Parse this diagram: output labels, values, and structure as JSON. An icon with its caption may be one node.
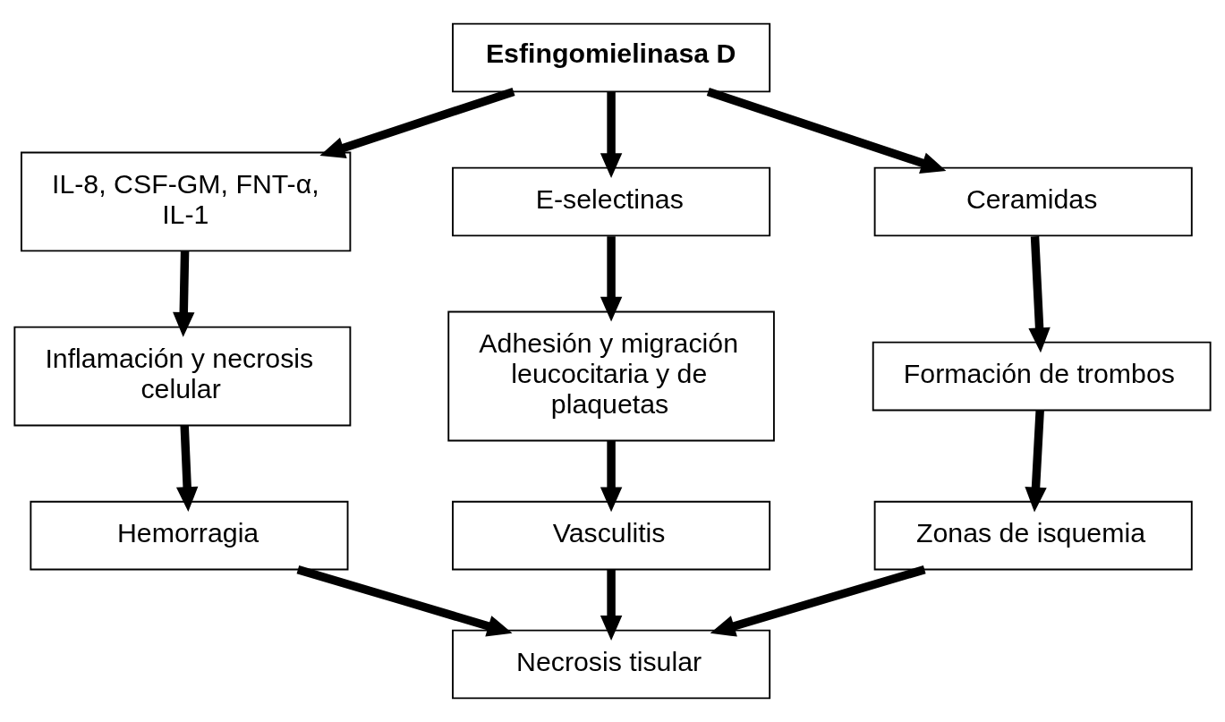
{
  "diagram": {
    "nodes": [
      {
        "text": [
          "Esfingomielinasa D"
        ]
      },
      {
        "text": [
          "IL-8, CSF-GM, FNT-α, IL-1"
        ]
      },
      {
        "text": [
          "E-selectinas"
        ]
      },
      {
        "text": [
          "Ceramidas"
        ]
      },
      {
        "text": [
          "Inflamación y necrosis celular"
        ]
      },
      {
        "text": [
          "Adhesión y migración leucocitaria y de plaquetas"
        ]
      },
      {
        "text": [
          "Formación de trombos"
        ]
      },
      {
        "text": [
          "Hemorragia"
        ]
      },
      {
        "text": [
          "Vasculitis"
        ]
      },
      {
        "text": [
          "Zonas de isquemia"
        ]
      },
      {
        "text": [
          "Necrosis tisular"
        ]
      }
    ],
    "edges": [
      {
        "from": 0,
        "to": 1,
        "arrow": "to"
      },
      {
        "from": 0,
        "to": 2,
        "arrow": "to"
      },
      {
        "from": 0,
        "to": 3,
        "arrow": "to"
      },
      {
        "from": 1,
        "to": 4,
        "arrow": "to"
      },
      {
        "from": 2,
        "to": 5,
        "arrow": "to"
      },
      {
        "from": 3,
        "to": 6,
        "arrow": "to"
      },
      {
        "from": 4,
        "to": 7,
        "arrow": "to"
      },
      {
        "from": 5,
        "to": 8,
        "arrow": "to"
      },
      {
        "from": 6,
        "to": 9,
        "arrow": "to"
      },
      {
        "from": 7,
        "to": 10,
        "arrow": "to"
      },
      {
        "from": 8,
        "to": 10,
        "arrow": "to"
      },
      {
        "from": 9,
        "to": 10,
        "arrow": "to"
      }
    ]
  }
}
